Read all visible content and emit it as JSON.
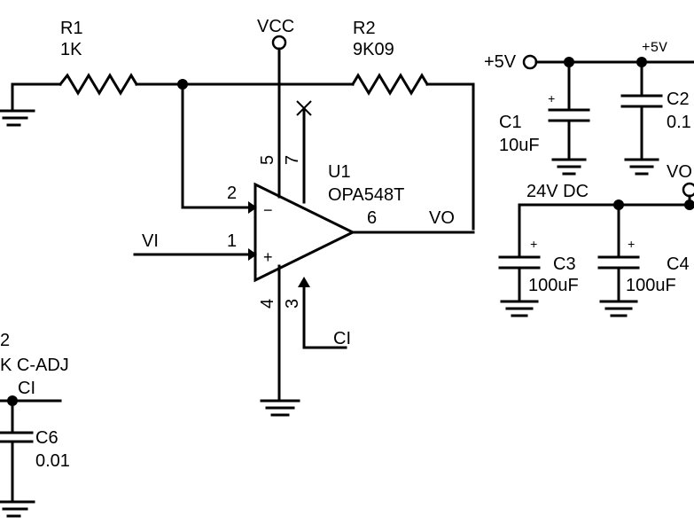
{
  "labels": {
    "r1_ref": "R1",
    "r1_val": "1K",
    "vcc": "VCC",
    "r2_ref": "R2",
    "r2_val": "9K09",
    "pin5": "5",
    "pin7": "7",
    "u1_ref": "U1",
    "u1_part": "OPA548T",
    "pin2": "2",
    "pin6": "6",
    "vo": "VO",
    "vi": "VI",
    "pin1": "1",
    "pin4": "4",
    "pin3": "3",
    "ci_pin": "CI",
    "plus5v_left": "+5V",
    "plus5v_net": "+5V",
    "c1_ref": "C1",
    "c1_val": "10uF",
    "c2_ref": "C2",
    "c2_val": "0.1",
    "vo_right": "VO",
    "dc24": "24V DC",
    "c3_ref": "C3",
    "c3_val": "100uF",
    "c4_ref": "C4",
    "c4_val": "100uF",
    "c6_ref": "C6",
    "c6_val": "0.01",
    "cadj": "K C-ADJ",
    "ci_c6": "CI",
    "r_cut": "2",
    "plus_c1": "+",
    "plus_c3": "+",
    "plus_c4": "+",
    "opamp_minus": "−",
    "opamp_plus": "+"
  }
}
